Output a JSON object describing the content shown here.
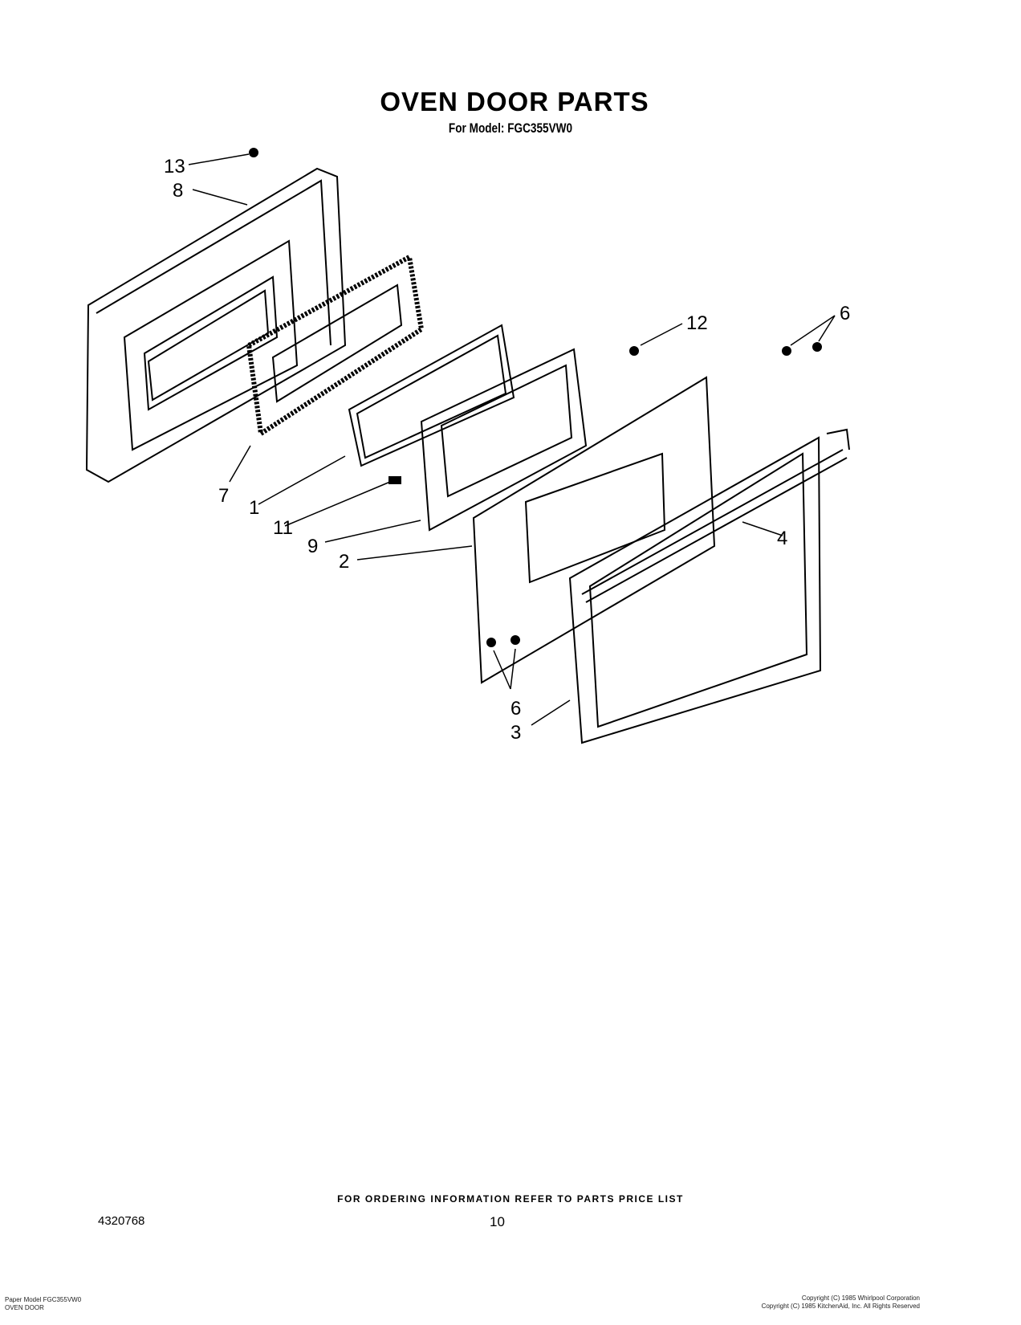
{
  "header": {
    "title": "OVEN DOOR PARTS",
    "subtitle": "For Model: FGC355VW0"
  },
  "diagram": {
    "callouts": [
      "13",
      "8",
      "7",
      "1",
      "11",
      "9",
      "2",
      "12",
      "6",
      "4",
      "6",
      "3"
    ]
  },
  "footer": {
    "ordering_note": "FOR ORDERING INFORMATION REFER TO PARTS PRICE LIST",
    "document_number": "4320768",
    "page_number": "10",
    "left_line1": "Paper Model FGC355VW0",
    "left_line2": "OVEN DOOR",
    "right_line1": "Copyright (C) 1985 Whirlpool Corporation",
    "right_line2": "Copyright (C) 1985 KitchenAid, Inc. All Rights Reserved"
  }
}
